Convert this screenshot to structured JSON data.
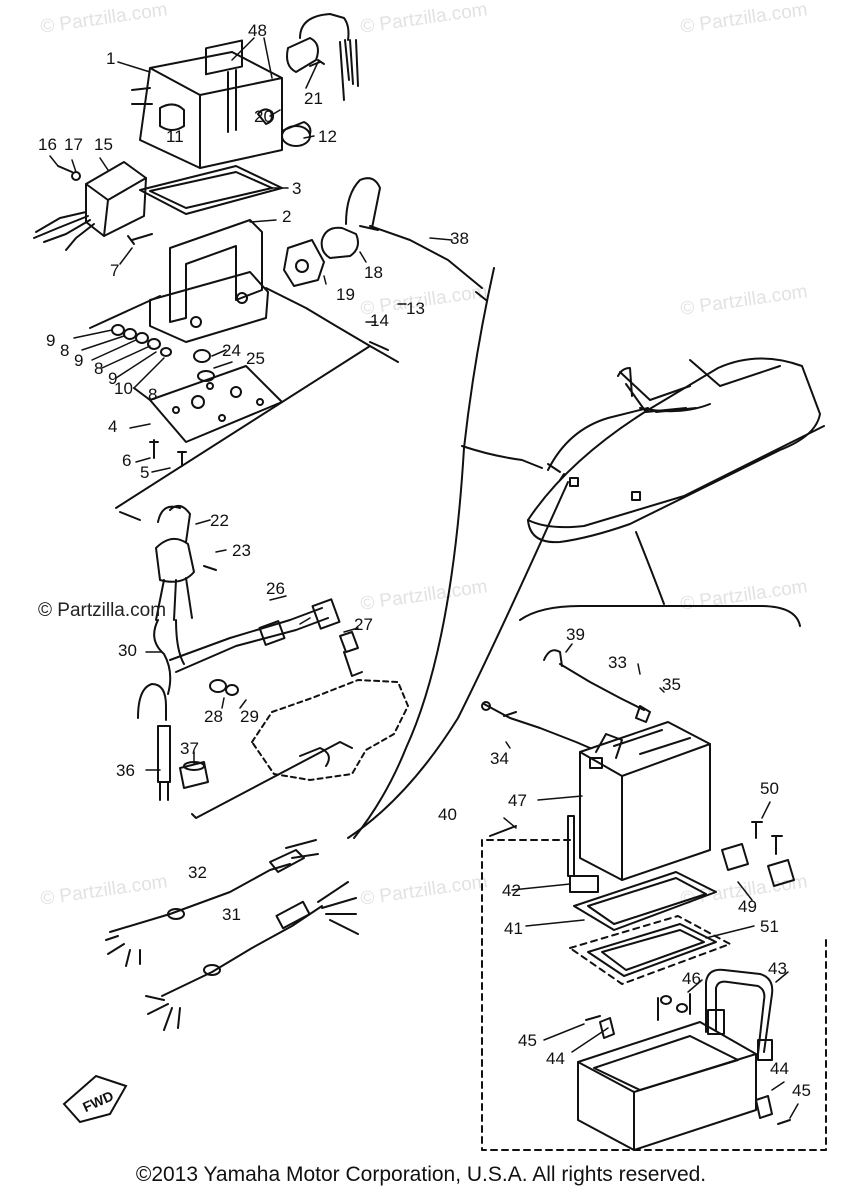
{
  "watermark": "© Partzilla.com",
  "credit": "© Partzilla.com",
  "copyright": "©2013  Yamaha Motor Corporation, U.S.A. All rights reserved.",
  "fwd_label": "FWD",
  "callouts": [
    {
      "id": "1",
      "text": "1"
    },
    {
      "id": "48",
      "text": "48"
    },
    {
      "id": "21",
      "text": "21"
    },
    {
      "id": "11",
      "text": "11"
    },
    {
      "id": "20",
      "text": "20"
    },
    {
      "id": "12",
      "text": "12"
    },
    {
      "id": "16",
      "text": "16"
    },
    {
      "id": "17",
      "text": "17"
    },
    {
      "id": "15",
      "text": "15"
    },
    {
      "id": "3",
      "text": "3"
    },
    {
      "id": "2",
      "text": "2"
    },
    {
      "id": "38",
      "text": "38"
    },
    {
      "id": "7",
      "text": "7"
    },
    {
      "id": "18",
      "text": "18"
    },
    {
      "id": "19",
      "text": "19"
    },
    {
      "id": "14",
      "text": "14"
    },
    {
      "id": "13",
      "text": "13"
    },
    {
      "id": "9a",
      "text": "9"
    },
    {
      "id": "8a",
      "text": "8"
    },
    {
      "id": "9b",
      "text": "9"
    },
    {
      "id": "8b",
      "text": "8"
    },
    {
      "id": "9c",
      "text": "9"
    },
    {
      "id": "10",
      "text": "10"
    },
    {
      "id": "8c",
      "text": "8"
    },
    {
      "id": "24",
      "text": "24"
    },
    {
      "id": "25",
      "text": "25"
    },
    {
      "id": "4",
      "text": "4"
    },
    {
      "id": "6",
      "text": "6"
    },
    {
      "id": "5",
      "text": "5"
    },
    {
      "id": "22",
      "text": "22"
    },
    {
      "id": "23",
      "text": "23"
    },
    {
      "id": "26",
      "text": "26"
    },
    {
      "id": "27",
      "text": "27"
    },
    {
      "id": "30",
      "text": "30"
    },
    {
      "id": "28",
      "text": "28"
    },
    {
      "id": "29",
      "text": "29"
    },
    {
      "id": "36",
      "text": "36"
    },
    {
      "id": "37",
      "text": "37"
    },
    {
      "id": "39",
      "text": "39"
    },
    {
      "id": "33",
      "text": "33"
    },
    {
      "id": "35",
      "text": "35"
    },
    {
      "id": "34",
      "text": "34"
    },
    {
      "id": "47",
      "text": "47"
    },
    {
      "id": "40",
      "text": "40"
    },
    {
      "id": "50",
      "text": "50"
    },
    {
      "id": "42",
      "text": "42"
    },
    {
      "id": "49",
      "text": "49"
    },
    {
      "id": "41",
      "text": "41"
    },
    {
      "id": "51",
      "text": "51"
    },
    {
      "id": "32",
      "text": "32"
    },
    {
      "id": "31",
      "text": "31"
    },
    {
      "id": "43",
      "text": "43"
    },
    {
      "id": "46",
      "text": "46"
    },
    {
      "id": "45a",
      "text": "45"
    },
    {
      "id": "44a",
      "text": "44"
    },
    {
      "id": "44b",
      "text": "44"
    },
    {
      "id": "45b",
      "text": "45"
    }
  ]
}
